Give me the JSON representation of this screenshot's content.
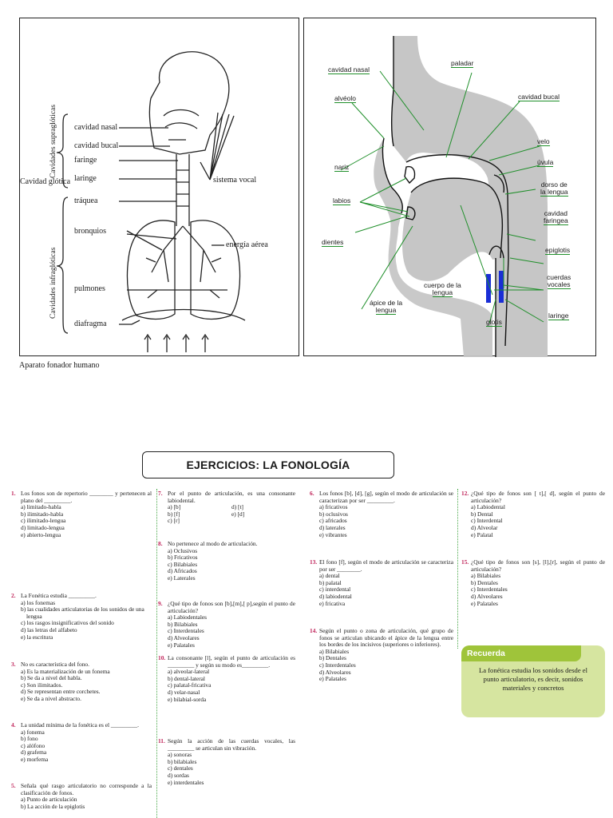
{
  "left_figure": {
    "caption": "Aparato fonador humano",
    "group_top": "Cavidades supraglóticas",
    "group_bottom": "Cavidades infraglóticas",
    "glottic": "Cavidad glótica",
    "labels": {
      "nasal": "cavidad nasal",
      "bucal": "cavidad bucal",
      "faringe": "faringe",
      "laringe": "laringe",
      "traquea": "tráquea",
      "bronquios": "bronquios",
      "pulmones": "pulmones",
      "diafragma": "diafragma",
      "sistema": "sistema vocal",
      "energia": "energía aérea"
    }
  },
  "right_figure": {
    "labels": {
      "cavidad_nasal": "cavidad nasal",
      "paladar": "paladar",
      "alveolo": "alvéolo",
      "cavidad_bucal": "cavidad bucal",
      "velo": "velo",
      "uvula": "úvula",
      "nariz": "nariz",
      "dorso1": "dorso de",
      "dorso2": "la lengua",
      "labios": "labios",
      "cav_far1": "cavidad",
      "cav_far2": "faringea",
      "dientes": "dientes",
      "epiglotis": "epiglotis",
      "cuerpo1": "cuerpo de la",
      "cuerpo2": "lengua",
      "cuerdas1": "cuerdas",
      "cuerdas2": "vocales",
      "apice1": "ápice de la",
      "apice2": "lengua",
      "glotis": "glotis",
      "laringe": "laringe"
    },
    "colors": {
      "tissue": "#c6c6c6",
      "label_line": "#1f8f2a",
      "vocal_cords": "#1a2ed6"
    }
  },
  "title": "EJERCICIOS: LA FONOLOGÍA",
  "col1": [
    {
      "n": "1.",
      "stem": "Los fonos son de repertorio ________ y pertenecen al plano del _________.",
      "opts": [
        "a) limitado-habla",
        "b) ilimitado-habla",
        "c) ilimitado-lengua",
        "d) limitado-lengua",
        "e) abierto-lengua"
      ]
    },
    {
      "n": "2.",
      "stem": "La Fonética estudia _________.",
      "opts": [
        "a) los fonemas",
        "b) las cualidades articulatorias de los sonidos de una lengua",
        "c) los rasgos insignificativos del sonido",
        "d) las letras del alfabeto",
        "e) la escritura"
      ]
    },
    {
      "n": "3.",
      "stem": "No es característica del fono.",
      "opts": [
        "a) Es la materialización de un fonema",
        "b) Se da a nivel del habla.",
        "c) Son ilimitados.",
        "d) Se representan entre corchetes.",
        "e) Se da a nivel abstracto."
      ]
    },
    {
      "n": "4.",
      "stem": "La unidad mínima de la fonética es el _________.",
      "opts": [
        "a) fonema",
        "b) fono",
        "c) alófono",
        "d) grafema",
        "e) morfema"
      ]
    },
    {
      "n": "5.",
      "stem": "Señala qué rasgo articulatorio no corresponde a la clasificación de fonos.",
      "opts": [
        "a) Punto de articulación",
        "b) La acción de la epiglotis"
      ]
    }
  ],
  "col2": [
    {
      "n": "7.",
      "stem": "Por el punto de articulación, es una consonante labiodental.",
      "opts_grid": [
        [
          "a) [b]",
          "d) [t]"
        ],
        [
          "b) [f]",
          "e) [d]"
        ],
        [
          "c) [r]",
          ""
        ]
      ]
    },
    {
      "n": "8.",
      "stem": "No pertenece al modo de articulación.",
      "opts": [
        "a) Oclusivos",
        "b) Fricativos",
        "c) Bilabiales",
        "d) Africados",
        "e) Laterales"
      ]
    },
    {
      "n": "9.",
      "stem": "¿Qué tipo de fonos son [b],[m],[ p],según el punto de articulación?",
      "opts": [
        "a) Labiodentales",
        "b) Bilabiales",
        "c) Interdentales",
        "d) Alveolares",
        "e) Palatales"
      ]
    },
    {
      "n": "10.",
      "stem": "La consonante [l], según el punto de articulación es _________ y según su modo es_________.",
      "opts": [
        "a) alveolar-lateral",
        "b) dental-lateral",
        "c) palatal-fricativa",
        "d) velar-nasal",
        "e) bilabial-sorda"
      ]
    },
    {
      "n": "11.",
      "stem": "Según la acción de las cuerdas vocales, las _________ se articulan sin vibración.",
      "opts": [
        "a) sonoras",
        "b) bilabiales",
        "c) dentales",
        "d) sordas",
        "e) interdentales"
      ]
    }
  ],
  "col3": [
    {
      "n": "6.",
      "stem": "Los fonos [b], [d], [g], según el modo de articulación se caracterizan por ser _________.",
      "opts": [
        "a) fricativos",
        "b) oclusivos",
        "c) africados",
        "d) laterales",
        "e) vibrantes"
      ]
    },
    {
      "n": "13.",
      "stem": "El fono [f], según el modo de articulación se caracteriza por ser ________.",
      "opts": [
        "a) dental",
        "b) palatal",
        "c) interdental",
        "d) labiodental",
        "e) fricativa"
      ]
    },
    {
      "n": "14.",
      "stem": "Según el punto o zona de articulación, qué grupo de fonos se articulan ubicando el ápice de la lengua entre los bordes de los incisivos (superiores o inferiores).",
      "opts": [
        "a) Bilabiales",
        "b) Dentales",
        "c) Interdentales",
        "d) Alveolares",
        "e) Palatales"
      ]
    }
  ],
  "col4": [
    {
      "n": "12.",
      "stem": "¿Qué tipo de fonos son [ t],[ d], según el punto de articulación?",
      "opts": [
        "a) Labiodental",
        "b) Dental",
        "c) Interdental",
        "d) Alveolar",
        "e) Palatal"
      ]
    },
    {
      "n": "15.",
      "stem": "¿Qué tipo de fonos son [s], [l],[r], según el punto de articulación?",
      "opts": [
        "a) Bilabiales",
        "b) Dentales",
        "c) Interdentales",
        "d) Alveolares",
        "e) Palatales"
      ]
    }
  ],
  "recuerda": {
    "title": "Recuerda",
    "text": "La fonética estudia los sonidos desde el punto articulatorio, es decir, sonidos materiales y concretos"
  }
}
